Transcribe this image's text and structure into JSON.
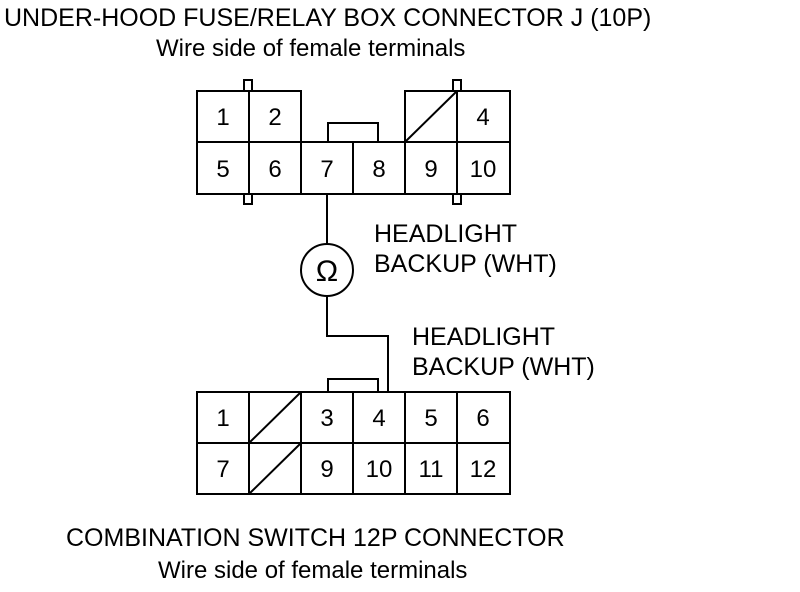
{
  "top_connector": {
    "title": "UNDER-HOOD FUSE/RELAY BOX CONNECTOR J (10P)",
    "subtitle": "Wire side of female terminals",
    "terminals": [
      {
        "label": "1"
      },
      {
        "label": "2"
      },
      {
        "label": ""
      },
      {
        "label": ""
      },
      {
        "label": ""
      },
      {
        "label": "4"
      },
      {
        "label": "5"
      },
      {
        "label": "6"
      },
      {
        "label": "7"
      },
      {
        "label": "8"
      },
      {
        "label": "9"
      },
      {
        "label": "10"
      }
    ]
  },
  "bottom_connector": {
    "title": "COMBINATION SWITCH 12P CONNECTOR",
    "subtitle": "Wire side of female terminals",
    "terminals": [
      {
        "label": "1"
      },
      {
        "label": ""
      },
      {
        "label": "3"
      },
      {
        "label": "4"
      },
      {
        "label": "5"
      },
      {
        "label": "6"
      },
      {
        "label": "7"
      },
      {
        "label": ""
      },
      {
        "label": "9"
      },
      {
        "label": "10"
      },
      {
        "label": "11"
      },
      {
        "label": "12"
      }
    ]
  },
  "wire_labels": {
    "upper_line1": "HEADLIGHT",
    "upper_line2": "BACKUP (WHT)",
    "lower_line1": "HEADLIGHT",
    "lower_line2": "BACKUP (WHT)"
  },
  "meter_symbol": "Ω"
}
